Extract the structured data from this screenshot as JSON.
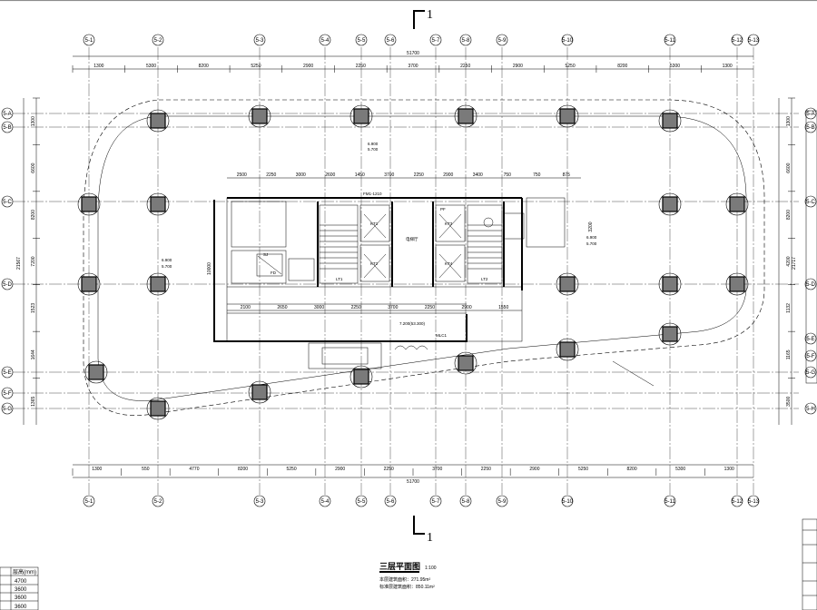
{
  "section_marks": {
    "top": "1",
    "bottom": "1"
  },
  "top_axes": [
    "5-1",
    "5-2",
    "5-3",
    "5-4",
    "5-5",
    "5-6",
    "5-7",
    "5-8",
    "5-9",
    "5-10",
    "5-11",
    "5-12",
    "5-13"
  ],
  "bottom_axes": [
    "5-1",
    "5-2",
    "5-3",
    "5-4",
    "5-5",
    "5-6",
    "5-7",
    "5-8",
    "5-9",
    "5-10",
    "5-11",
    "5-12",
    "5-13"
  ],
  "left_axes": [
    "5-A",
    "5-B",
    "5-C",
    "5-D",
    "5-E",
    "5-F",
    "5-G"
  ],
  "right_axes": [
    "5-A",
    "5-B",
    "5-C",
    "5-D",
    "5-E",
    "5-F",
    "5-G",
    "5-H"
  ],
  "top_overall": "51700",
  "top_dims": [
    "1300",
    "5300",
    "8200",
    "5250",
    "2900",
    "2250",
    "3700",
    "2250",
    "2900",
    "5250",
    "8200",
    "5300",
    "1300"
  ],
  "bottom_overall": "51700",
  "bottom_dims": [
    "1300",
    "550",
    "4770",
    "8200",
    "5250",
    "2900",
    "2250",
    "3700",
    "2250",
    "2900",
    "5250",
    "8200",
    "5300",
    "1300"
  ],
  "left_overall": "21567",
  "left_dims": [
    "1300",
    "6600",
    "8200",
    "7200",
    "1523",
    "1644",
    "1365"
  ],
  "right_overall": "21717",
  "right_dims": [
    "1300",
    "6600",
    "8200",
    "4200",
    "1132",
    "1165",
    "3500"
  ],
  "core_dims_top": [
    "2500",
    "2250",
    "3000",
    "2600",
    "1450",
    "3700",
    "2250",
    "2900",
    "3400",
    "750",
    "750",
    "875"
  ],
  "core_dims_bottom": [
    "2100",
    "2650",
    "3000",
    "2250",
    "3700",
    "2250",
    "2900",
    "1550"
  ],
  "core_left_dim": "10000",
  "core_right_dim": "3200",
  "labels": {
    "mlc": "MLC1",
    "elev_left": [
      "KT1",
      "KT2"
    ],
    "elev_right": [
      "KT3",
      "KT4"
    ],
    "stair_left": "LT1",
    "stair_right": "LT2",
    "fd": "FD",
    "sj": "SJ",
    "pf": "PF",
    "level_a": "6.900",
    "level_b": "5.700",
    "core_level": "7.200(53.300)",
    "room_h": "FM1-1210",
    "elev_room": "电梯厅"
  },
  "title": "三层平面图",
  "scale": "1:100",
  "area_lines": [
    "本层建筑面积：271.95m²",
    "标准层建筑面积：850.11m²"
  ],
  "table": {
    "header": [
      "",
      "层高(mm)"
    ],
    "rows": [
      [
        "",
        "4700"
      ],
      [
        "",
        "3600"
      ],
      [
        "",
        "3600"
      ],
      [
        "",
        "3600"
      ]
    ]
  }
}
